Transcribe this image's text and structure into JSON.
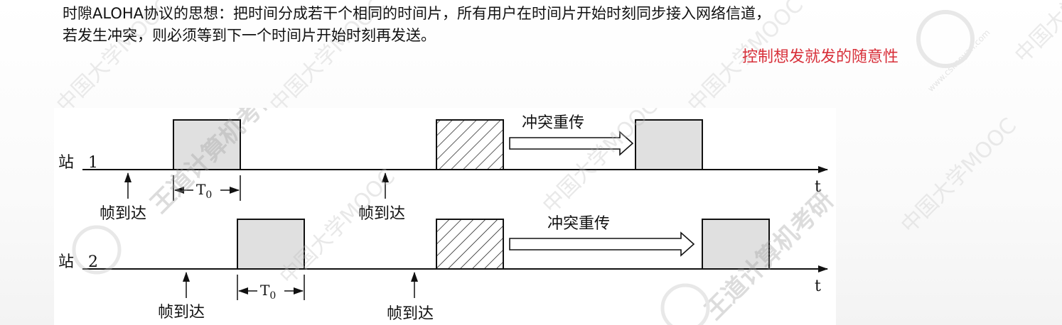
{
  "intro": {
    "line1": "时隙ALOHA协议的思想：把时间分成若干个相同的时间片，所有用户在时间片开始时刻同步接入网络信道，",
    "line2": "若发生冲突，则必须等到下一个时间片开始时刻再发送。"
  },
  "note": "控制想发就发的随意性",
  "diagram": {
    "station1": {
      "name": "站",
      "num": "1"
    },
    "station2": {
      "name": "站",
      "num": "2"
    },
    "time_label": "t",
    "frame_arrival": "帧到达",
    "slot_label": "T",
    "slot_sub": "0",
    "retransmit": "冲突重传"
  },
  "watermarks": {
    "mooc": "中国大学MOOC",
    "wangdao": "王道计算机考研",
    "site": "www.cskaoyan.com"
  },
  "colors": {
    "frame_fill": "#e0e0e0",
    "line": "#111111",
    "note_red": "#d8303a",
    "watermark": "#c9c9c9"
  }
}
